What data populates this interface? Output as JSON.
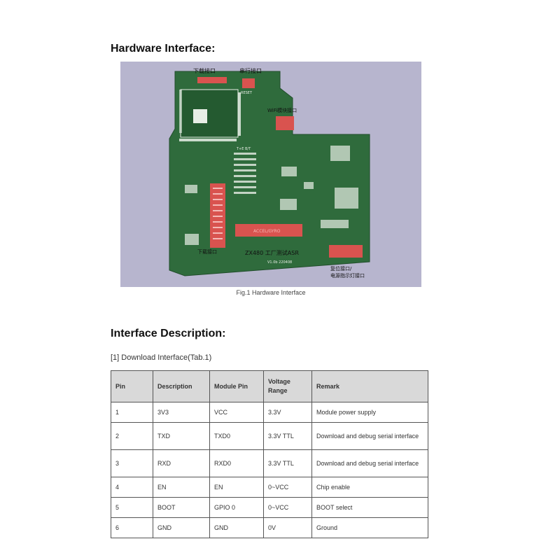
{
  "headings": {
    "hardware": "Hardware Interface:",
    "description": "Interface Description:"
  },
  "figure": {
    "caption": "Fig.1 Hardware Interface",
    "labels": {
      "download_port": "下载接口",
      "serial_port": "串行接口",
      "wifi_port": "WiFi模块接口",
      "reset": "RESET",
      "header_label": "T+E B/T",
      "connector": "ACCEL/GYRO",
      "left_port": "下载接口",
      "board_name": "ZX480 工厂测试ASR",
      "version": "V1.0b 220408",
      "bottom_right_1": "复位接口/",
      "bottom_right_2": "电源指示灯接口"
    }
  },
  "table1": {
    "title": "[1] Download Interface(Tab.1)",
    "headers": [
      "Pin",
      "Description",
      "Module Pin",
      "Voltage Range",
      "Remark"
    ],
    "rows": [
      [
        "1",
        "3V3",
        "VCC",
        "3.3V",
        "Module power supply"
      ],
      [
        "2",
        "TXD",
        "TXD0",
        "3.3V TTL",
        "Download and debug serial interface"
      ],
      [
        "3",
        "RXD",
        "RXD0",
        "3.3V TTL",
        "Download and debug serial interface"
      ],
      [
        "4",
        "EN",
        "EN",
        "0~VCC",
        "Chip enable"
      ],
      [
        "5",
        "BOOT",
        "GPIO 0",
        "0~VCC",
        "BOOT select"
      ],
      [
        "6",
        "GND",
        "GND",
        "0V",
        "Ground"
      ]
    ]
  },
  "colors": {
    "pcb": "#2f6b3c",
    "pcb_dark": "#1e4e28",
    "silk": "#e8eee6",
    "connector": "#d9534f",
    "figure_bg": "#b7b5ce",
    "header_bg": "#d9d9d9"
  }
}
